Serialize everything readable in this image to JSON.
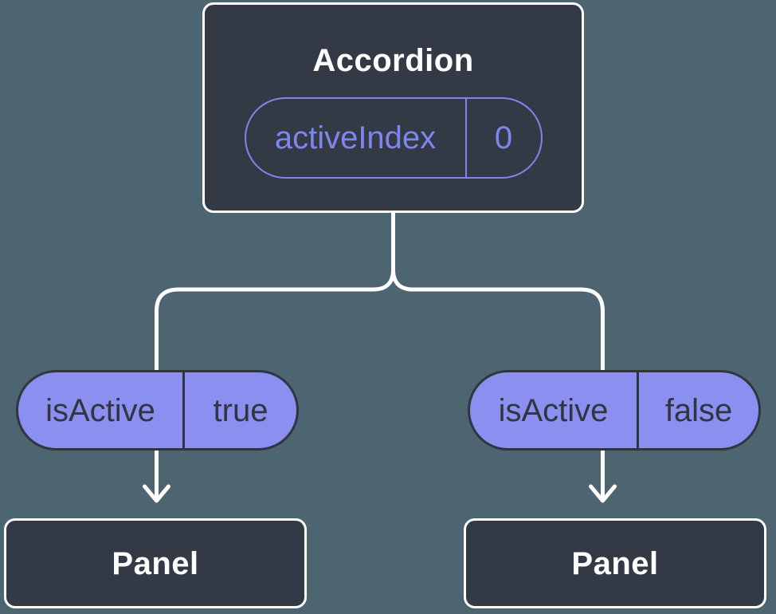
{
  "diagram": {
    "root": {
      "title": "Accordion",
      "state_pill": {
        "name": "activeIndex",
        "value": "0"
      }
    },
    "branches": [
      {
        "prop_pill": {
          "name": "isActive",
          "value": "true"
        },
        "child": {
          "title": "Panel"
        }
      },
      {
        "prop_pill": {
          "name": "isActive",
          "value": "false"
        },
        "child": {
          "title": "Panel"
        }
      }
    ]
  },
  "colors": {
    "background": "#4d6570",
    "node_fill": "#333a46",
    "node_border": "#ffffff",
    "pill_fill": "#8b8ff0",
    "pill_dark": "#2f3641",
    "accent_purple": "#7e86ee",
    "connector": "#ffffff"
  }
}
